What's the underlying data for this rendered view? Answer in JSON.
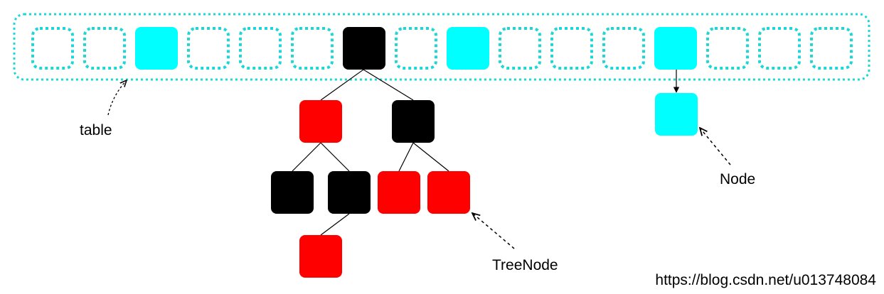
{
  "labels": {
    "table": "table",
    "tree_node": "TreeNode",
    "node": "Node"
  },
  "watermark": "https://blog.csdn.net/u013748084",
  "colors": {
    "bucket_outline": "#1fd6d6",
    "filled_bucket": "#00ffff",
    "black_node": "#000000",
    "red_node": "#ff0000",
    "edge": "#000000",
    "background": "#ffffff"
  },
  "table": {
    "slot_count": 16,
    "slots": [
      "empty",
      "empty",
      "node",
      "empty",
      "empty",
      "empty",
      "tree-root",
      "empty",
      "node",
      "empty",
      "empty",
      "empty",
      "node-with-chain",
      "empty",
      "empty",
      "empty"
    ]
  },
  "tree": [
    {
      "id": "root",
      "color": "black",
      "parent": null
    },
    {
      "id": "l",
      "color": "red",
      "parent": "root"
    },
    {
      "id": "r",
      "color": "black",
      "parent": "root"
    },
    {
      "id": "ll",
      "color": "black",
      "parent": "l"
    },
    {
      "id": "lr",
      "color": "black",
      "parent": "l"
    },
    {
      "id": "rl",
      "color": "red",
      "parent": "r"
    },
    {
      "id": "rr",
      "color": "red",
      "parent": "r"
    },
    {
      "id": "lrl",
      "color": "red",
      "parent": "lr"
    }
  ]
}
